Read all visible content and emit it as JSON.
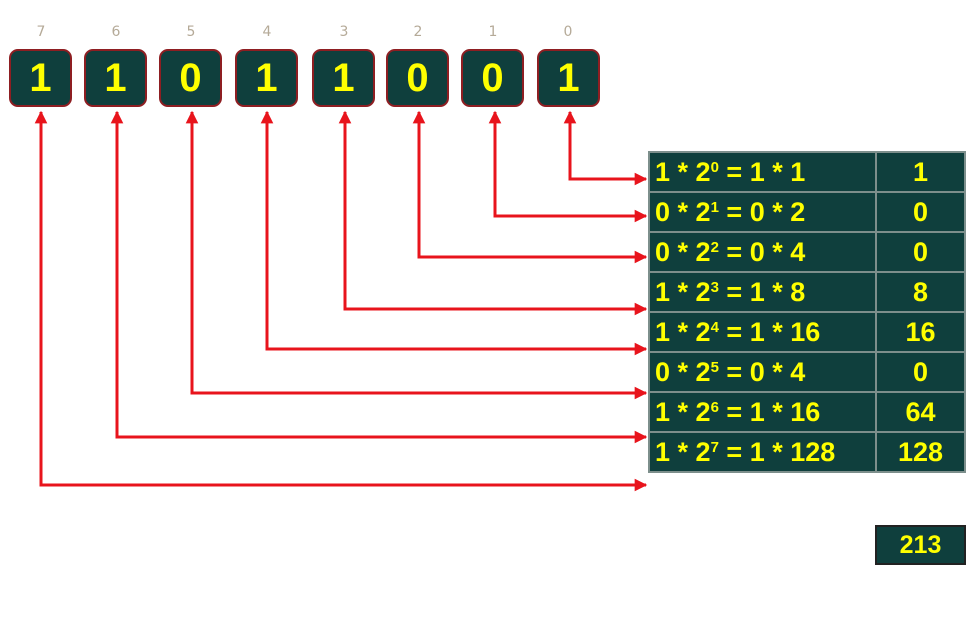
{
  "positions": [
    "7",
    "6",
    "5",
    "4",
    "3",
    "2",
    "1",
    "0"
  ],
  "bits": [
    "1",
    "1",
    "0",
    "1",
    "1",
    "0",
    "0",
    "1"
  ],
  "rows": [
    {
      "digit": "1",
      "exp": "0",
      "result": "1 * 1",
      "value": "1"
    },
    {
      "digit": "0",
      "exp": "1",
      "result": "0 * 2",
      "value": "0"
    },
    {
      "digit": "0",
      "exp": "2",
      "result": "0 * 4",
      "value": "0"
    },
    {
      "digit": "1",
      "exp": "3",
      "result": "1 * 8",
      "value": "8"
    },
    {
      "digit": "1",
      "exp": "4",
      "result": "1 * 16",
      "value": "16"
    },
    {
      "digit": "0",
      "exp": "5",
      "result": "0 * 4",
      "value": "0"
    },
    {
      "digit": "1",
      "exp": "6",
      "result": "1 * 16",
      "value": "64"
    },
    {
      "digit": "1",
      "exp": "7",
      "result": "1 * 128",
      "value": "128"
    }
  ],
  "total": "213",
  "colors": {
    "box_fill": "#0f3f3d",
    "digit_text": "#ffff00",
    "box_border": "#8e1e22",
    "arrow": "#e8141c",
    "position_label": "#b5aa98"
  }
}
